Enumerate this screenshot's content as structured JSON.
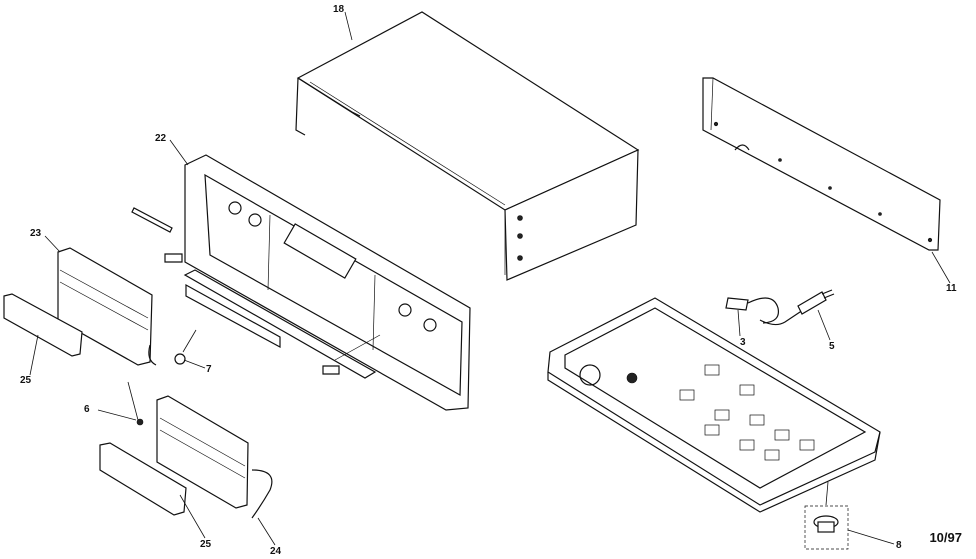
{
  "diagram": {
    "date_code": "10/97",
    "callouts": {
      "p18": "18",
      "p22": "22",
      "p23": "23",
      "p25a": "25",
      "p7": "7",
      "p6": "6",
      "p25b": "25",
      "p24": "24",
      "p11": "11",
      "p3": "3",
      "p5": "5",
      "p8": "8"
    }
  }
}
